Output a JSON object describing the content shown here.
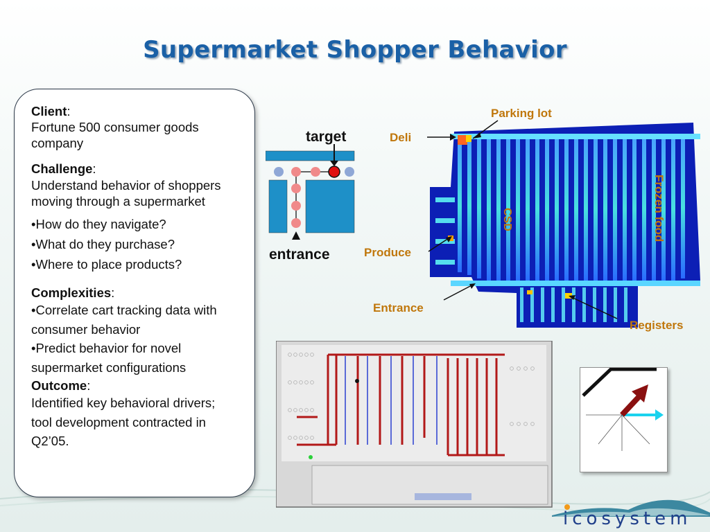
{
  "title": "Supermarket Shopper Behavior",
  "card": {
    "client_head": "Client",
    "client_colon": ":",
    "client_text": "Fortune 500 consumer goods company",
    "challenge_head": "Challenge",
    "challenge_colon": ":",
    "challenge_text": "Understand behavior of shoppers moving through a supermarket",
    "challenge_bullets": [
      "•How do they navigate?",
      "•What do they purchase?",
      "•Where to place products?"
    ],
    "complexities_head": "Complexities",
    "complexities_colon": ":",
    "complexities_bullets": [
      "•Correlate cart tracking data with consumer behavior",
      "•Predict behavior for novel supermarket configurations"
    ],
    "outcome_head": "Outcome",
    "outcome_colon": ":",
    "outcome_text": "Identified key behavioral drivers; tool development contracted in Q2’05."
  },
  "diagram": {
    "target": "target",
    "entrance": "entrance"
  },
  "heatmap_labels": {
    "parking_lot": "Parking lot",
    "deli": "Deli",
    "csd": "CSD",
    "frozen_food": "Frozen food",
    "produce": "Produce",
    "entrance": "Entrance",
    "registers": "Registers"
  },
  "colors": {
    "title": "#1a60a6",
    "label": "#c0770c",
    "aisle": "#1e90c8",
    "brand": "#1f3f8a"
  },
  "logo": {
    "text": "icosystem"
  }
}
